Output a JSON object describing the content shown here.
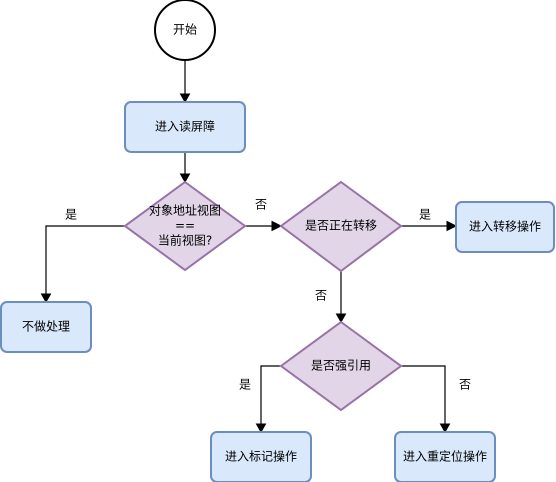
{
  "nodes": {
    "start": "开始",
    "enter_read_barrier": "进入读屏障",
    "compare_line1": "对象地址视图",
    "compare_line2": "==",
    "compare_line3": "当前视图?",
    "is_moving": "是否正在转移",
    "enter_move": "进入转移操作",
    "no_process": "不做处理",
    "is_strong_ref": "是否强引用",
    "enter_mark": "进入标记操作",
    "enter_relocate": "进入重定位操作"
  },
  "edge_labels": {
    "compare_yes": "是",
    "compare_no": "否",
    "moving_yes": "是",
    "moving_no": "否",
    "strong_yes": "是",
    "strong_no": "否"
  },
  "colors": {
    "process_fill": "#dae8fc",
    "process_stroke": "#6c8ebf",
    "decision_fill": "#e1d5e7",
    "decision_stroke": "#9673a6"
  }
}
